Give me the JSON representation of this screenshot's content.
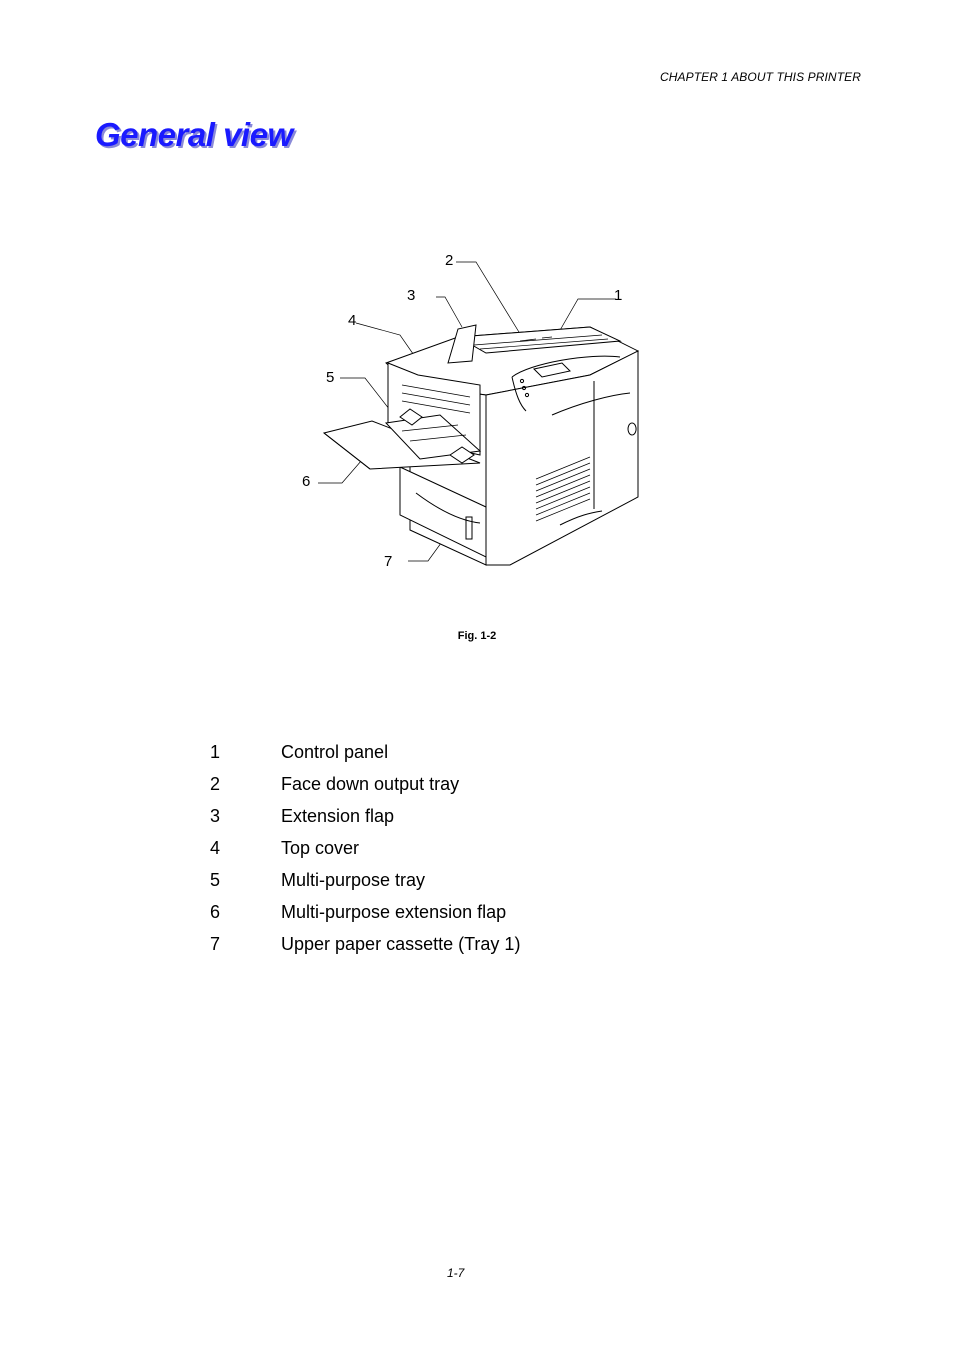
{
  "header": {
    "running_title": "CHAPTER 1 ABOUT THIS PRINTER"
  },
  "page": {
    "title": "General view",
    "page_number": "1-7"
  },
  "figure": {
    "caption": "Fig. 1-2",
    "callouts": [
      "1",
      "2",
      "3",
      "4",
      "5",
      "6",
      "7"
    ]
  },
  "legend": [
    {
      "num": "1",
      "label": "Control panel"
    },
    {
      "num": "2",
      "label": "Face down output tray"
    },
    {
      "num": "3",
      "label": "Extension flap"
    },
    {
      "num": "4",
      "label": "Top cover"
    },
    {
      "num": "5",
      "label": "Multi-purpose tray"
    },
    {
      "num": "6",
      "label": "Multi-purpose extension flap"
    },
    {
      "num": "7",
      "label": "Upper paper cassette (Tray 1)"
    }
  ],
  "colors": {
    "title": "#1a1aff",
    "title_shadow": "#8a8ad8"
  }
}
